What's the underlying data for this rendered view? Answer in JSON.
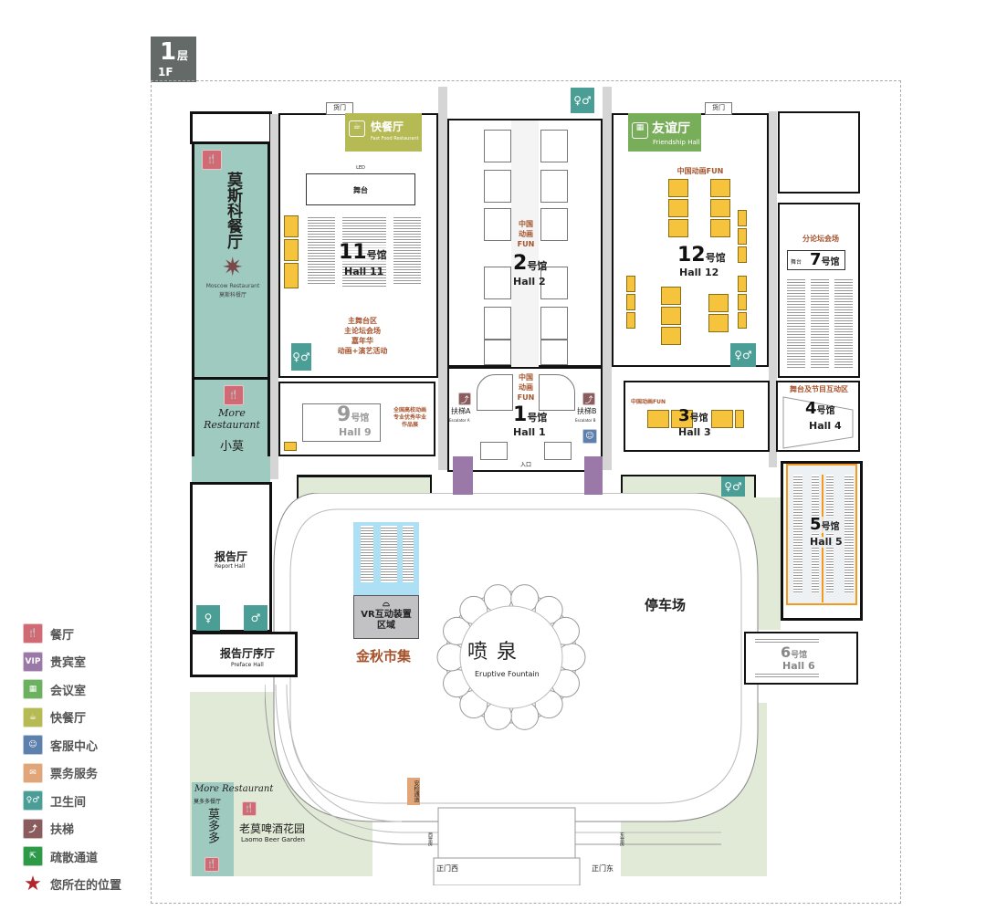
{
  "floor": {
    "number": "1",
    "char": "层",
    "english": "1F"
  },
  "legend": [
    {
      "label": "餐厅",
      "icon": "restaurant-icon",
      "color": "#d06a74",
      "glyph": "🍴"
    },
    {
      "label": "贵宾室",
      "icon": "vip-icon",
      "color": "#9a79a8",
      "glyph": "VIP"
    },
    {
      "label": "会议室",
      "icon": "meeting-room-icon",
      "color": "#6bb15f",
      "glyph": "▦"
    },
    {
      "label": "快餐厅",
      "icon": "fast-food-icon",
      "color": "#b6ba55",
      "glyph": "☕"
    },
    {
      "label": "客服中心",
      "icon": "customer-service-icon",
      "color": "#5d80ad",
      "glyph": "☺"
    },
    {
      "label": "票务服务",
      "icon": "ticket-icon",
      "color": "#e0a679",
      "glyph": "✉"
    },
    {
      "label": "卫生间",
      "icon": "restroom-icon",
      "color": "#4a9e95",
      "glyph": "♀♂"
    },
    {
      "label": "扶梯",
      "icon": "escalator-icon",
      "color": "#8b5c5e",
      "glyph": "⤴"
    },
    {
      "label": "疏散通道",
      "icon": "emergency-exit-icon",
      "color": "#2e9a48",
      "glyph": "⇱"
    },
    {
      "label": "您所在的位置",
      "icon": "you-are-here-star-icon",
      "color": "#b0262c",
      "glyph": "★"
    }
  ],
  "venues": {
    "moscow": {
      "name": "莫斯科餐厅",
      "en": "Moscow Restaurant",
      "cn_small": "莫斯科餐厅"
    },
    "xiaomo": {
      "name": "小莫",
      "logo": "More Restaurant"
    },
    "fastfood": {
      "name": "快餐厅",
      "en": "Fast Food Restaurant"
    },
    "friendship": {
      "name": "友谊厅",
      "en": "Friendship Hall"
    },
    "report": {
      "name": "报告厅",
      "en": "Report Hall"
    },
    "preface": {
      "name": "报告厅序厅",
      "en": "Preface Hall"
    },
    "moduoduo": {
      "name": "莫多多",
      "sub": "莫多多餐厅",
      "logo": "More Restaurant"
    },
    "beer": {
      "name": "老莫啤酒花园",
      "en": "Laomo Beer Garden"
    },
    "fountain": {
      "name": "喷泉",
      "en": "Eruptive Fountain"
    },
    "parking": {
      "name": "停车场"
    },
    "market": {
      "name": "金秋市集"
    },
    "vr": {
      "name": "VR互动装置区域"
    },
    "security": {
      "name": "安检通道"
    }
  },
  "halls": {
    "h11": {
      "num": "11",
      "suffix": "号馆",
      "en": "Hall 11",
      "stage": "舞台",
      "led": "LED",
      "note": [
        "主舞台区",
        "主论坛会场",
        "嘉年华",
        "动画+演艺活动"
      ]
    },
    "h2": {
      "num": "2",
      "suffix": "号馆",
      "en": "Hall 2",
      "note": [
        "中国",
        "动画",
        "FUN"
      ]
    },
    "h1": {
      "num": "1",
      "suffix": "号馆",
      "en": "Hall 1",
      "note": [
        "中国",
        "动画",
        "FUN"
      ]
    },
    "h12": {
      "num": "12",
      "suffix": "号馆",
      "en": "Hall 12",
      "note": "中国动画FUN"
    },
    "h7": {
      "num": "7",
      "suffix": "号馆",
      "stage": "舞台",
      "note": "分论坛会场"
    },
    "h9": {
      "num": "9",
      "suffix": "号馆",
      "en": "Hall 9",
      "note": [
        "全国高校动画",
        "专业优秀毕业",
        "作品展"
      ]
    },
    "h3": {
      "num": "3",
      "suffix": "号馆",
      "en": "Hall 3",
      "note": "中国动画FUN"
    },
    "h4": {
      "num": "4",
      "suffix": "号馆",
      "en": "Hall 4",
      "note": "舞台及节目互动区"
    },
    "h5": {
      "num": "5",
      "suffix": "号馆",
      "en": "Hall 5"
    },
    "h6": {
      "num": "6",
      "suffix": "号馆",
      "en": "Hall 6"
    }
  },
  "misc": {
    "escA": "扶梯A",
    "escA_en": "Escalator A",
    "escB": "扶梯B",
    "escB_en": "Escalator B",
    "cargo1": "货门",
    "cargo2": "货门",
    "entrance": "入口",
    "gateW": "正门西",
    "gateE": "正门东",
    "ticketW": "西票房",
    "ticketE": "东票房"
  }
}
